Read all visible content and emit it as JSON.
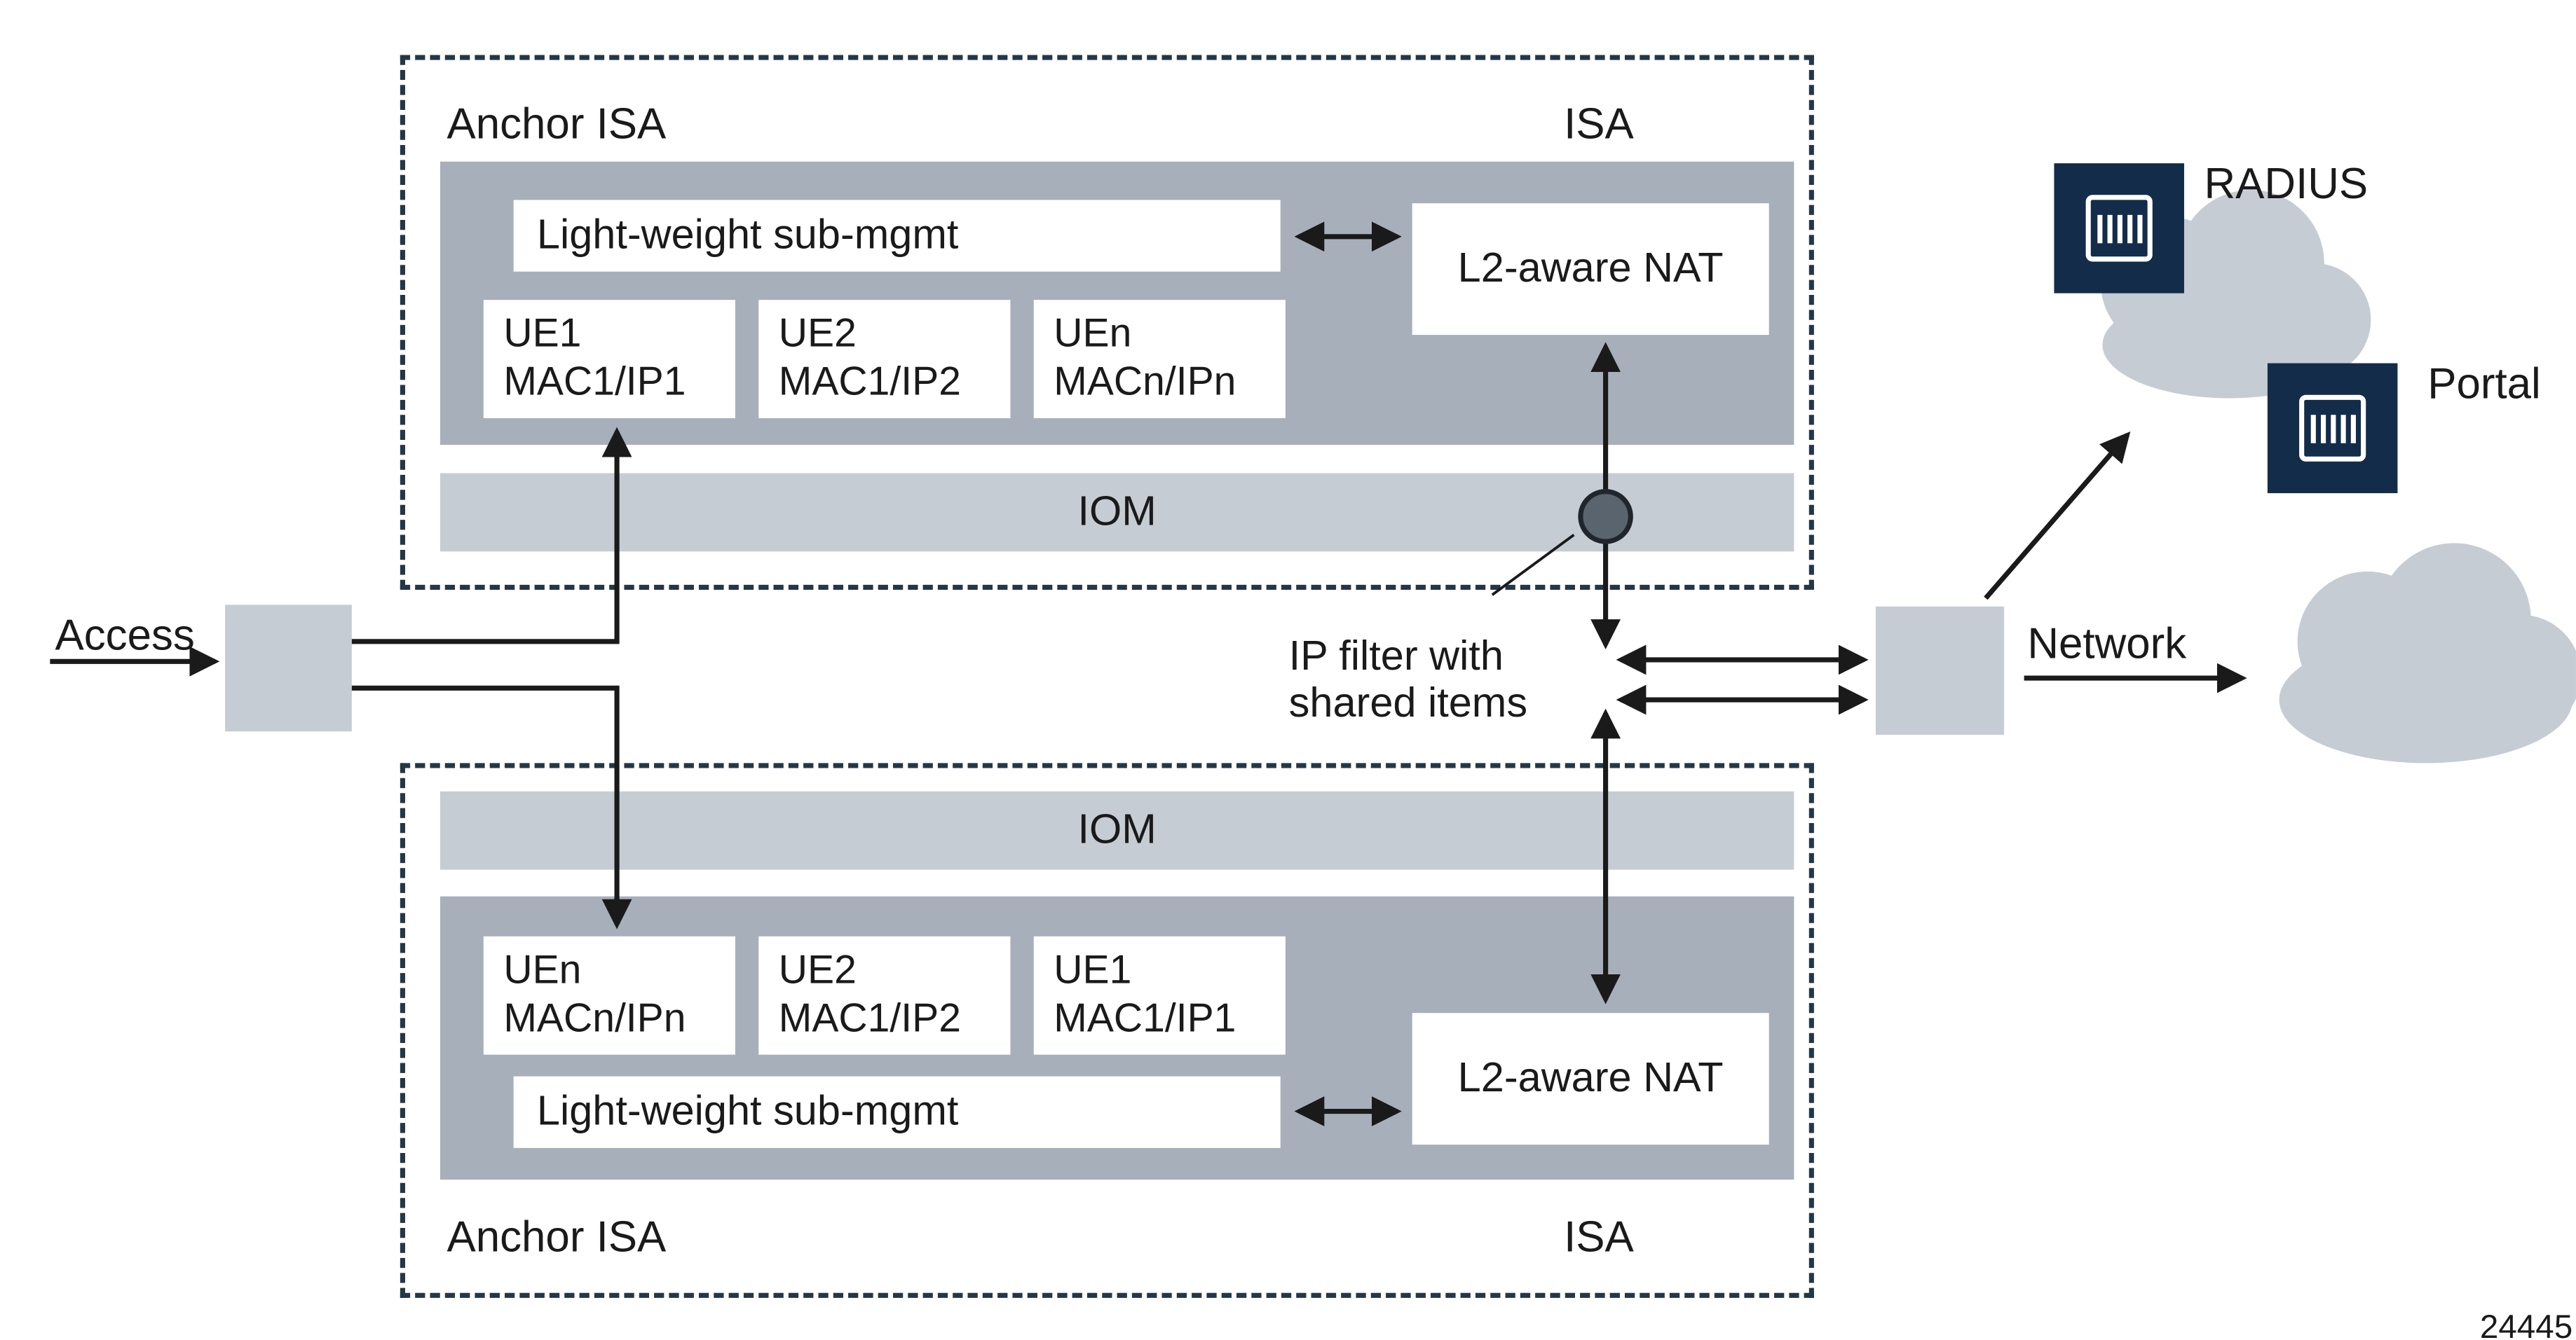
{
  "figure": {
    "number": "24445"
  },
  "colors": {
    "background": "#ffffff",
    "text": "#1a1a1a",
    "line": "#1a1a1a",
    "dashed_border": "#253746",
    "panel_dark": "#a7afba",
    "panel_light": "#c6ccd4",
    "white_box": "#ffffff",
    "navy_icon": "#132c49",
    "glyph_white": "#ffffff",
    "cloud": "#c6ccd4",
    "dot_fill": "#5a646f",
    "dot_stroke": "#20262c"
  },
  "top_group": {
    "anchor_label": "Anchor ISA",
    "isa_label": "ISA",
    "submgmt_label": "Light-weight sub-mgmt",
    "nat_label": "L2-aware NAT",
    "iom_label": "IOM",
    "ue_boxes": [
      {
        "line1": "UE1",
        "line2": "MAC1/IP1"
      },
      {
        "line1": "UE2",
        "line2": "MAC1/IP2"
      },
      {
        "line1": "UEn",
        "line2": "MACn/IPn"
      }
    ]
  },
  "bottom_group": {
    "anchor_label": "Anchor ISA",
    "isa_label": "ISA",
    "submgmt_label": "Light-weight sub-mgmt",
    "nat_label": "L2-aware NAT",
    "iom_label": "IOM",
    "ue_boxes": [
      {
        "line1": "UEn",
        "line2": "MACn/IPn"
      },
      {
        "line1": "UE2",
        "line2": "MAC1/IP2"
      },
      {
        "line1": "UE1",
        "line2": "MAC1/IP1"
      }
    ]
  },
  "edges": {
    "access_label": "Access",
    "network_label": "Network"
  },
  "servers": {
    "radius_label": "RADIUS",
    "portal_label": "Portal"
  },
  "annotations": {
    "ip_filter_line1": "IP filter with",
    "ip_filter_line2": "shared items"
  },
  "icons": {
    "radius": "server-rack-icon",
    "portal": "server-rack-icon",
    "network_clouds": "cloud-shape",
    "ip_filter": "filled-dot"
  }
}
